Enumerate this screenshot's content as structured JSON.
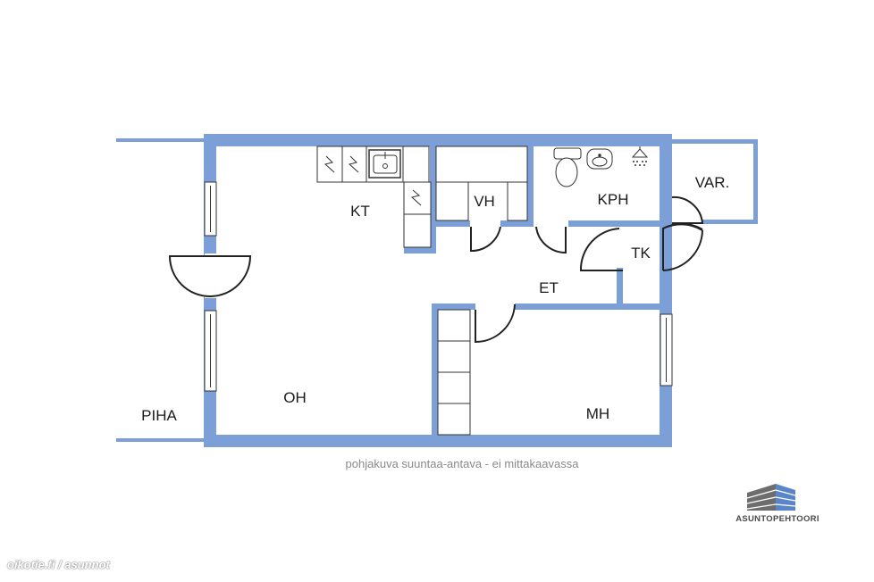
{
  "floorplan": {
    "rooms": {
      "kt": "KT",
      "vh": "VH",
      "kph": "KPH",
      "var": "VAR.",
      "tk": "TK",
      "et": "ET",
      "oh": "OH",
      "mh": "MH",
      "piha": "PIHA"
    },
    "caption": "pohjakuva suuntaa-antava - ei mittakaavassa"
  },
  "brand": {
    "name": "ASUNTOPEHTOORI"
  },
  "watermark": "oikotie.fi / asunnot",
  "colors": {
    "wall": "#7c9fd8",
    "fixture_line": "#333333",
    "label": "#1a1a1a",
    "caption": "#8a8a8a"
  }
}
